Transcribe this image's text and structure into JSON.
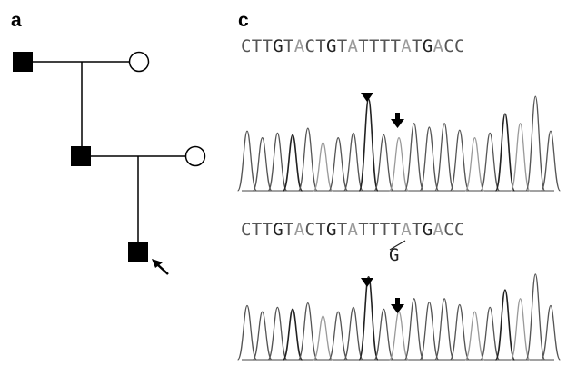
{
  "panels": {
    "a": {
      "label": "a"
    },
    "c": {
      "label": "c"
    }
  },
  "pedigree": {
    "individuals": [
      {
        "id": "I-1",
        "sex": "male",
        "affected": true
      },
      {
        "id": "I-2",
        "sex": "female",
        "affected": false
      },
      {
        "id": "II-1",
        "sex": "male",
        "affected": true
      },
      {
        "id": "II-2",
        "sex": "female",
        "affected": false
      },
      {
        "id": "III-1",
        "sex": "male",
        "affected": true,
        "proband": true
      }
    ]
  },
  "chromatograms": {
    "top": {
      "sequence": [
        "C",
        "T",
        "T",
        "G",
        "T",
        "A",
        "C",
        "T",
        "G",
        "T",
        "A",
        "T",
        "T",
        "T",
        "T",
        "A",
        "T",
        "G",
        "A",
        "C",
        "C"
      ],
      "shades": [
        "m",
        "m",
        "m",
        "d",
        "m",
        "l",
        "m",
        "m",
        "d",
        "m",
        "l",
        "m",
        "m",
        "m",
        "m",
        "l",
        "m",
        "d",
        "l",
        "m",
        "m"
      ]
    },
    "bottom": {
      "sequence": [
        "C",
        "T",
        "T",
        "G",
        "T",
        "A",
        "C",
        "T",
        "G",
        "T",
        "A",
        "T",
        "T",
        "T",
        "T",
        "A",
        "T",
        "G",
        "A",
        "C",
        "C"
      ],
      "shades": [
        "m",
        "m",
        "m",
        "d",
        "m",
        "l",
        "m",
        "m",
        "d",
        "m",
        "l",
        "m",
        "m",
        "m",
        "m",
        "l",
        "m",
        "d",
        "l",
        "m",
        "m"
      ],
      "variant_alt": "G"
    }
  },
  "colors": {
    "dark": "#222222",
    "mid": "#555555",
    "light": "#9a9a9a"
  }
}
